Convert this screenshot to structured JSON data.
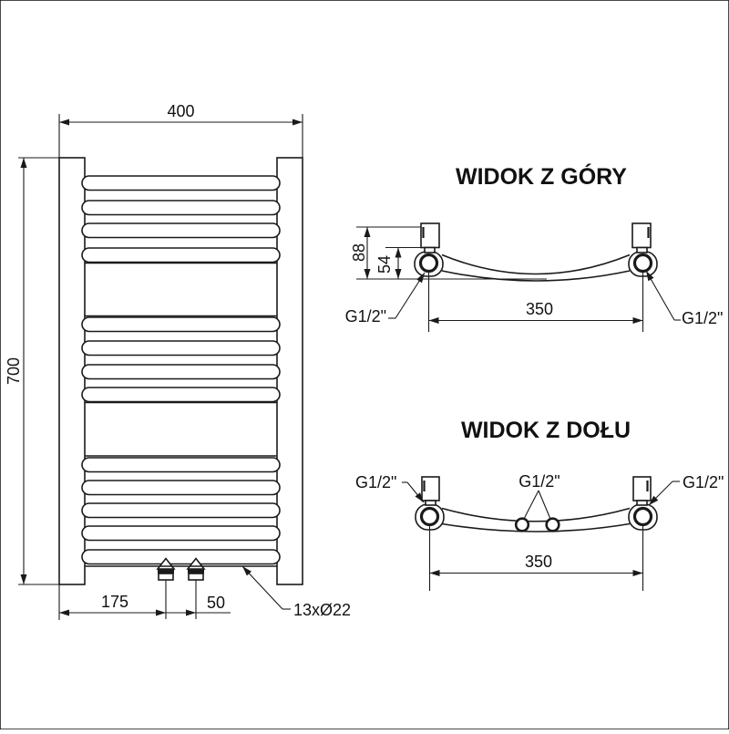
{
  "front": {
    "dim_width": "400",
    "dim_height": "700",
    "dim_valve_left": "175",
    "dim_valve_spacing": "50",
    "label_tubes": "13xØ22"
  },
  "top_view": {
    "title": "WIDOK Z GÓRY",
    "dim_depth": "88",
    "dim_axis_depth": "54",
    "dim_span": "350",
    "label_left": "G1/2\"",
    "label_right": "G1/2\""
  },
  "bottom_view": {
    "title": "WIDOK Z DOŁU",
    "dim_span": "350",
    "label_left": "G1/2\"",
    "label_center": "G1/2\"",
    "label_right": "G1/2\""
  },
  "colors": {
    "line": "#1a1a1a",
    "background": "#ffffff"
  }
}
